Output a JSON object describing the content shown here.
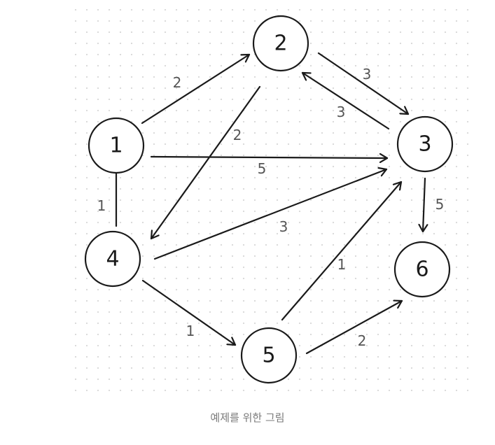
{
  "diagram": {
    "nodes": [
      {
        "id": "1",
        "label": "1"
      },
      {
        "id": "2",
        "label": "2"
      },
      {
        "id": "3",
        "label": "3"
      },
      {
        "id": "4",
        "label": "4"
      },
      {
        "id": "5",
        "label": "5"
      },
      {
        "id": "6",
        "label": "6"
      }
    ],
    "edges": [
      {
        "from": "1",
        "to": "2",
        "weight": "2",
        "directed": true
      },
      {
        "from": "1",
        "to": "3",
        "weight": "5",
        "directed": true
      },
      {
        "from": "1",
        "to": "4",
        "weight": "1",
        "directed": false
      },
      {
        "from": "2",
        "to": "3",
        "weight": "3",
        "directed": true
      },
      {
        "from": "3",
        "to": "2",
        "weight": "3",
        "directed": true
      },
      {
        "from": "2",
        "to": "4",
        "weight": "2",
        "directed": true
      },
      {
        "from": "4",
        "to": "3",
        "weight": "3",
        "directed": true
      },
      {
        "from": "3",
        "to": "6",
        "weight": "5",
        "directed": true
      },
      {
        "from": "4",
        "to": "5",
        "weight": "1",
        "directed": true
      },
      {
        "from": "5",
        "to": "3",
        "weight": "1",
        "directed": true
      },
      {
        "from": "5",
        "to": "6",
        "weight": "2",
        "directed": true
      }
    ]
  },
  "caption": "예제를 위한 그림"
}
